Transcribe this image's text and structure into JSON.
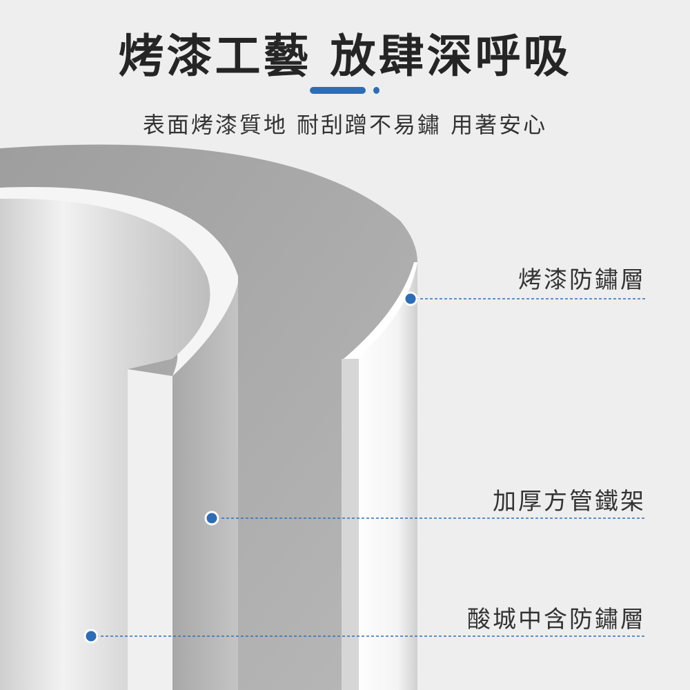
{
  "header": {
    "title": "烤漆工藝 放肆深呼吸",
    "subtitle": "表面烤漆質地 耐刮蹭不易鏽 用著安心"
  },
  "callouts": [
    {
      "label": "烤漆防鏽層"
    },
    {
      "label": "加厚方管鐵架"
    },
    {
      "label": "酸城中含防鏽層"
    }
  ],
  "colors": {
    "accent": "#2e6db4",
    "text": "#333333",
    "background": "#eeeeee"
  }
}
